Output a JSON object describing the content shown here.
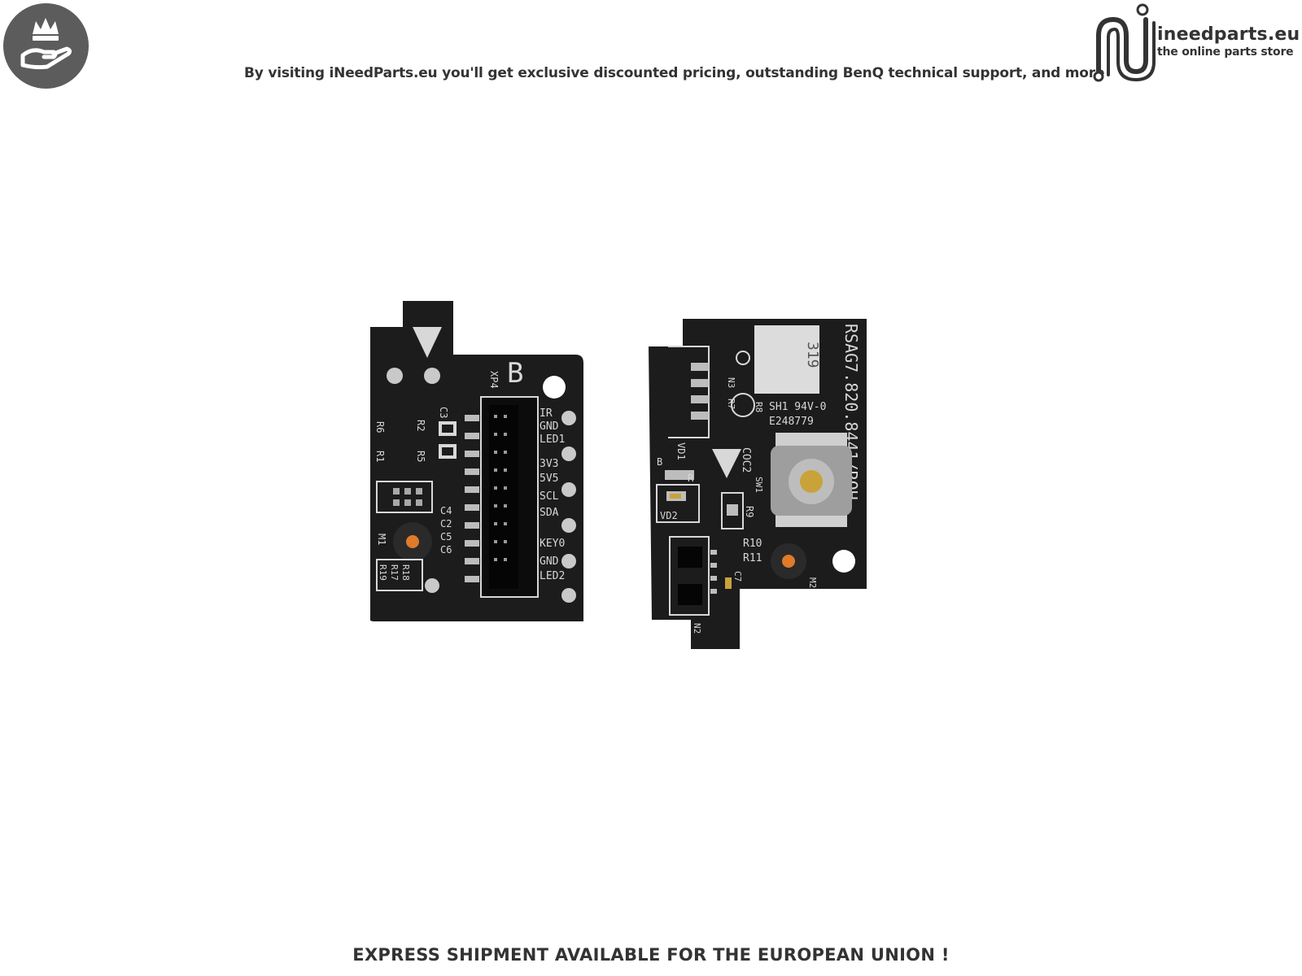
{
  "header": {
    "tagline": "By visiting iNeedParts.eu you'll get exclusive discounted pricing, outstanding BenQ technical support, and more",
    "badge_icon": "crown-hand-icon",
    "logo": {
      "name": "ineedparts.eu",
      "subtitle": "the online parts store",
      "icon": "cable-logo-icon"
    }
  },
  "product": {
    "board_left": {
      "label_big": "B",
      "ref": "XP4",
      "pins": [
        "IR",
        "GND",
        "LED1",
        "3V3",
        "5V5",
        "SCL",
        "SDA",
        "KEY0",
        "GND",
        "LED2"
      ],
      "parts": [
        "C3",
        "R6",
        "R2",
        "R1",
        "R5",
        "M1",
        "C4",
        "C2",
        "C5",
        "C6",
        "R18",
        "R17",
        "R19"
      ]
    },
    "board_right": {
      "part_number": "RSAG7.820.8441/ROH",
      "cert": "SH1 94V-0",
      "ul": "E248779",
      "label_code": "319",
      "parts": [
        "VD1",
        "B",
        "R",
        "VD2",
        "N3",
        "R7",
        "R8",
        "COC2",
        "SW1",
        "R9",
        "R10",
        "R11",
        "C7",
        "M2",
        "N2"
      ]
    }
  },
  "footer": {
    "text": "EXPRESS SHIPMENT AVAILABLE FOR THE EUROPEAN UNION !"
  },
  "colors": {
    "pcb": "#1c1c1c",
    "silkscreen": "#d8d8d8",
    "pad": "#c9c9c9",
    "text": "#333333"
  }
}
